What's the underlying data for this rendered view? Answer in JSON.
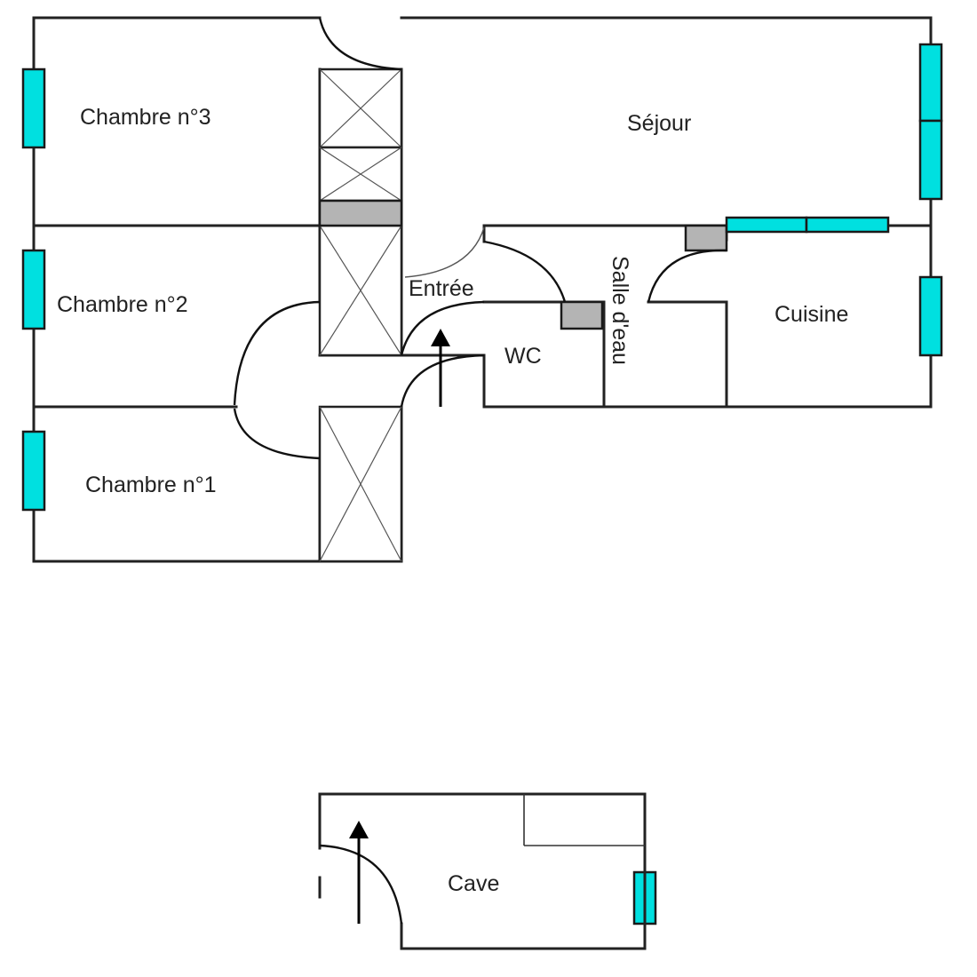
{
  "rooms": {
    "chambre3": "Chambre n°3",
    "sejour": "Séjour",
    "chambre2": "Chambre n°2",
    "entree": "Entrée",
    "salle_eau": "Salle d'eau",
    "cuisine": "Cuisine",
    "wc": "WC",
    "chambre1": "Chambre n°1",
    "cave": "Cave"
  },
  "colors": {
    "window": "#00e0e0",
    "duct": "#b4b4b4",
    "wall": "#222222"
  }
}
